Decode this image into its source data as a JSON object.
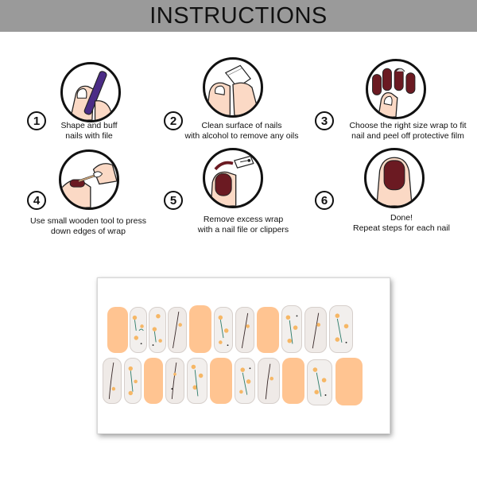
{
  "banner": {
    "title": "INSTRUCTIONS"
  },
  "steps": [
    {
      "number": "1",
      "text": "Shape and buff\nnails with file",
      "icon": "nail-file-icon"
    },
    {
      "number": "2",
      "text": "Clean surface of nails\nwith alcohol to remove any oils",
      "icon": "alcohol-pad-icon"
    },
    {
      "number": "3",
      "text": "Choose the right size wrap to fit\nnail and peel off protective film",
      "icon": "fit-wrap-icon"
    },
    {
      "number": "4",
      "text": "Use small wooden tool to press\ndown edges of wrap",
      "icon": "wooden-tool-icon"
    },
    {
      "number": "5",
      "text": "Remove excess wrap\nwith a nail file or clippers",
      "icon": "clipper-icon"
    },
    {
      "number": "6",
      "text": "Done!\nRepeat steps for each nail",
      "icon": "finished-nail-icon"
    }
  ],
  "colors": {
    "banner": "#9a9a9a",
    "wrap_solid": "#ffc491",
    "wrap_floral_bg": "#f2efed",
    "file_purple": "#4b2c86",
    "polish_maroon": "#6b1a22",
    "skin": "#fbd9c5"
  }
}
